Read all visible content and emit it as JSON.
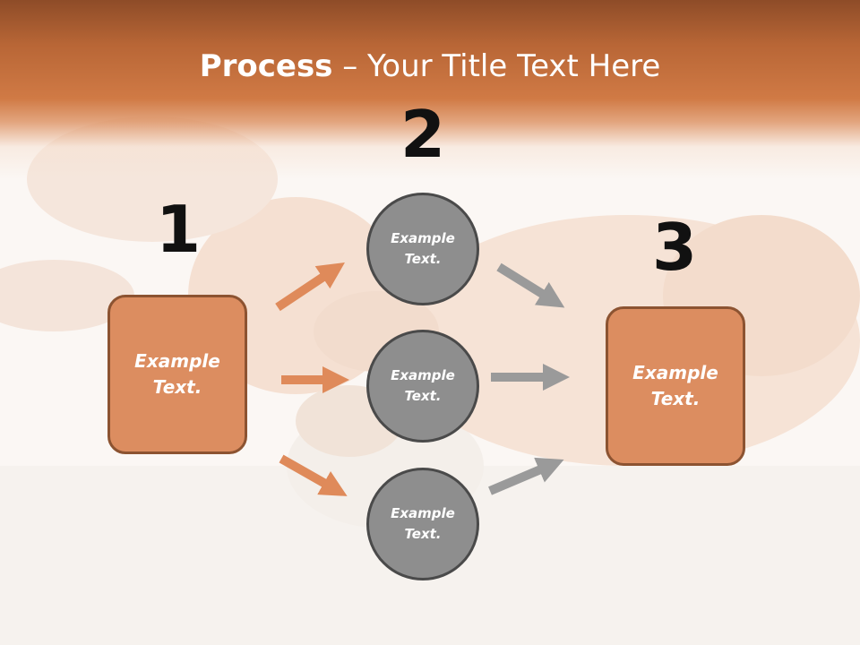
{
  "title": {
    "bold": "Process",
    "rest": " – Your Title Text Here"
  },
  "steps": [
    {
      "number": "1",
      "text": "Example Text."
    },
    {
      "number": "2",
      "text": "Example Text."
    },
    {
      "number": "3",
      "text": "Example Text."
    }
  ],
  "circles": [
    {
      "text": "Example Text."
    },
    {
      "text": "Example Text."
    },
    {
      "text": "Example Text."
    }
  ],
  "colors": {
    "header": "#c8703c",
    "box_fill": "#dc8d60",
    "box_border": "#8c5331",
    "circle_fill": "#8e8e8e",
    "circle_border": "#4a4a4a",
    "arrow_orange": "#df8a5a",
    "arrow_gray": "#9a9a9a"
  }
}
